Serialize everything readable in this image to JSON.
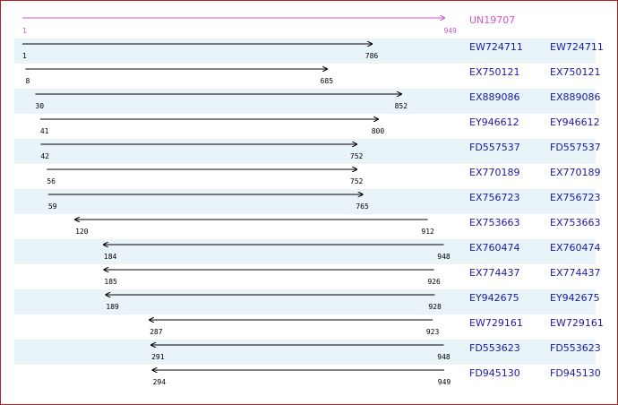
{
  "reference": {
    "id": "UN19707",
    "start": 1,
    "end": 949,
    "color": "#cc55cc"
  },
  "colors": {
    "row_band": "#e8f4f8",
    "link": "#1a1aa6",
    "line": "#000000",
    "border": "#b22222"
  },
  "alignments": [
    {
      "id": "EW724711",
      "label": "EW724711",
      "start": 1,
      "end": 786,
      "direction": "forward"
    },
    {
      "id": "EX750121",
      "label": "EX750121",
      "start": 8,
      "end": 685,
      "direction": "forward"
    },
    {
      "id": "EX889086",
      "label": "EX889086",
      "start": 30,
      "end": 852,
      "direction": "forward"
    },
    {
      "id": "EY946612",
      "label": "EY946612",
      "start": 41,
      "end": 800,
      "direction": "forward"
    },
    {
      "id": "FD557537",
      "label": "FD557537",
      "start": 42,
      "end": 752,
      "direction": "forward"
    },
    {
      "id": "EX770189",
      "label": "EX770189",
      "start": 56,
      "end": 752,
      "direction": "forward"
    },
    {
      "id": "EX756723",
      "label": "EX756723",
      "start": 59,
      "end": 765,
      "direction": "forward"
    },
    {
      "id": "EX753663",
      "label": "EX753663",
      "start": 120,
      "end": 912,
      "direction": "reverse"
    },
    {
      "id": "EX760474",
      "label": "EX760474",
      "start": 184,
      "end": 948,
      "direction": "reverse"
    },
    {
      "id": "EX774437",
      "label": "EX774437",
      "start": 185,
      "end": 926,
      "direction": "reverse"
    },
    {
      "id": "EY942675",
      "label": "EY942675",
      "start": 189,
      "end": 928,
      "direction": "reverse"
    },
    {
      "id": "EW729161",
      "label": "EW729161",
      "start": 287,
      "end": 923,
      "direction": "reverse"
    },
    {
      "id": "FD553623",
      "label": "FD553623",
      "start": 291,
      "end": 948,
      "direction": "reverse"
    },
    {
      "id": "FD945130",
      "label": "FD945130",
      "start": 294,
      "end": 949,
      "direction": "reverse"
    }
  ]
}
